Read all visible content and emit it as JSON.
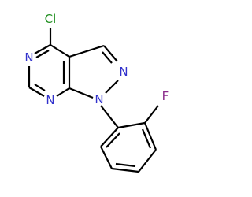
{
  "molecule": {
    "atoms": {
      "cl": {
        "symbol": "Cl",
        "color": "#1f8f1f"
      },
      "n5": {
        "symbol": "N",
        "color": "#3232cc"
      },
      "n7": {
        "symbol": "N",
        "color": "#3232cc"
      },
      "n2": {
        "symbol": "N",
        "color": "#3232cc"
      },
      "n1": {
        "symbol": "N",
        "color": "#3232cc"
      },
      "f": {
        "symbol": "F",
        "color": "#8b2b8b"
      }
    },
    "bond_color": "#000000"
  }
}
